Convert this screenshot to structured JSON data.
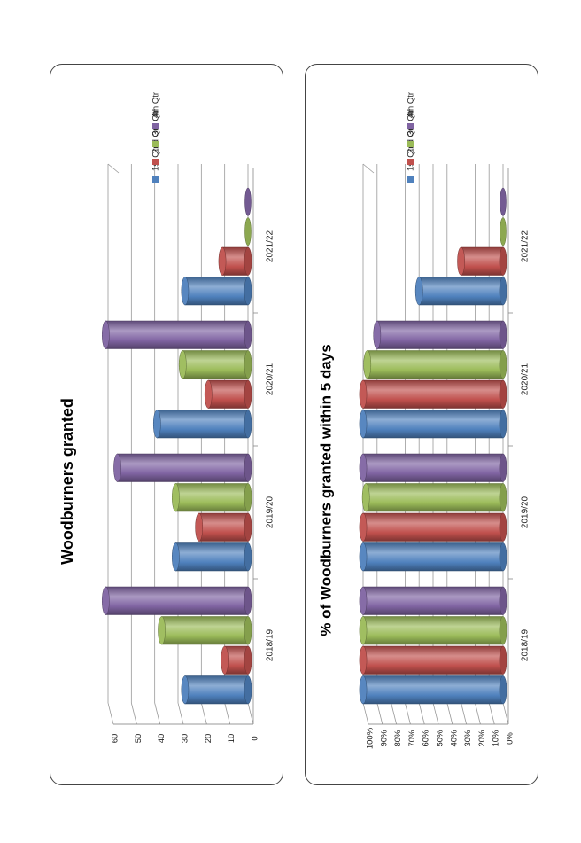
{
  "chart_data": [
    {
      "type": "bar",
      "title": "Woodburners granted",
      "categories": [
        "2018/19",
        "2019/20",
        "2020/21",
        "2021/22"
      ],
      "series": [
        {
          "name": "1st Qtr",
          "color": "#4f81bd",
          "values": [
            27,
            31,
            39,
            27
          ]
        },
        {
          "name": "2nd Qtr",
          "color": "#c0504d",
          "values": [
            10,
            21,
            17,
            11
          ]
        },
        {
          "name": "3rd Qtr",
          "color": "#9bbb59",
          "values": [
            37,
            31,
            28,
            0
          ]
        },
        {
          "name": "4th Qtr",
          "color": "#8064a2",
          "values": [
            61,
            56,
            61,
            0
          ]
        }
      ],
      "ylim": [
        0,
        60
      ],
      "yticks": [
        0,
        10,
        20,
        30,
        40,
        50,
        60
      ],
      "ytick_labels": [
        "0",
        "10",
        "20",
        "30",
        "40",
        "50",
        "60"
      ],
      "grid": true,
      "legend": "top-right"
    },
    {
      "type": "bar",
      "title": "% of Woodburners granted within 5 days",
      "categories": [
        "2018/19",
        "2019/20",
        "2020/21",
        "2021/22"
      ],
      "series": [
        {
          "name": "1st Qtr",
          "color": "#4f81bd",
          "values": [
            100,
            100,
            100,
            60
          ]
        },
        {
          "name": "2nd Qtr",
          "color": "#c0504d",
          "values": [
            100,
            100,
            100,
            30
          ]
        },
        {
          "name": "3rd Qtr",
          "color": "#9bbb59",
          "values": [
            100,
            98,
            97,
            0
          ]
        },
        {
          "name": "4th Qtr",
          "color": "#8064a2",
          "values": [
            100,
            100,
            90,
            0
          ]
        }
      ],
      "ylim": [
        0,
        100
      ],
      "yticks": [
        0,
        10,
        20,
        30,
        40,
        50,
        60,
        70,
        80,
        90,
        100
      ],
      "ytick_labels": [
        "0%",
        "10%",
        "20%",
        "30%",
        "40%",
        "50%",
        "60%",
        "70%",
        "80%",
        "90%",
        "100%"
      ],
      "grid": true,
      "legend": "top-right"
    }
  ]
}
